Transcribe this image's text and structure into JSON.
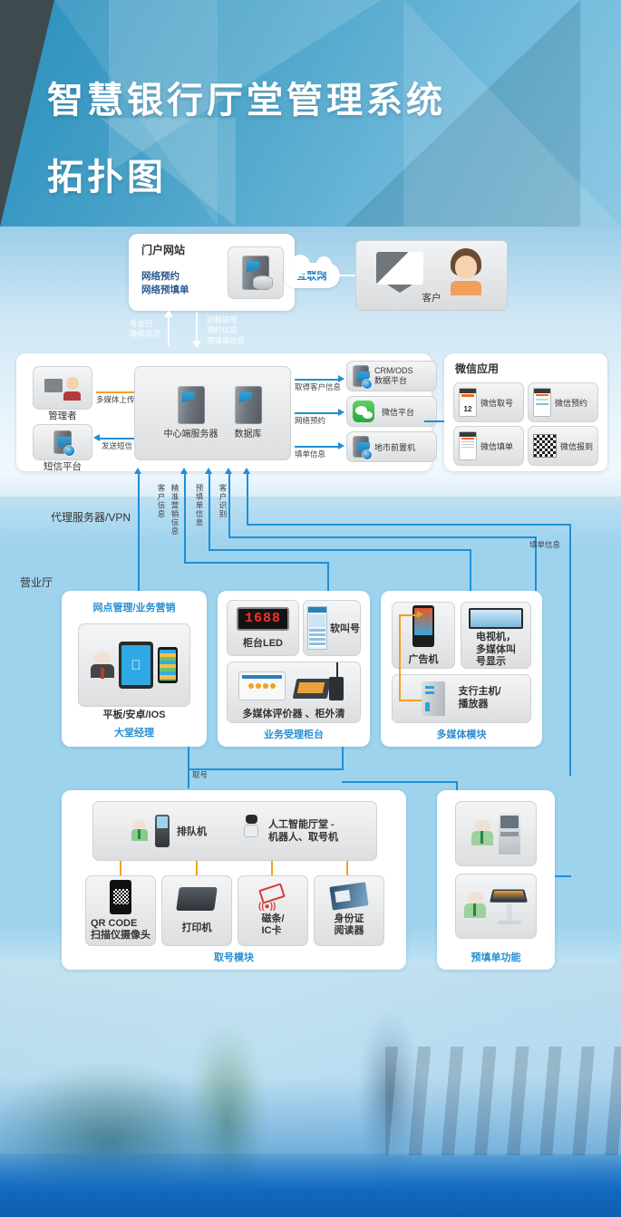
{
  "header": {
    "title_line1": "智慧银行厅堂管理系统",
    "title_line2": "拓扑图"
  },
  "colors": {
    "accent_blue": "#1f8fd6",
    "accent_orange": "#f0a21e",
    "panel_white": "#ffffff",
    "caption_blue": "#2a8fd0",
    "header_blue": "#4aa3c9",
    "hall_band": "#9ed3ee"
  },
  "portal": {
    "title": "门户网站",
    "subtitle_line1": "网络预约",
    "subtitle_line2": "网络预填单",
    "icon": "server-database-icon"
  },
  "internet_cloud": {
    "label": "互联网",
    "icon": "cloud-icon"
  },
  "customer": {
    "label": "客户",
    "icon": "monitor-user-icon"
  },
  "portal_flows": {
    "up_label": "各支行\n等候状况",
    "up_label_l1": "各支行",
    "up_label_l2": "等候状况",
    "down_label_l1": "远程取号",
    "down_label_l2": "预约信息",
    "down_label_l3": "预填单信息"
  },
  "center": {
    "admin": {
      "label": "管理者",
      "icon": "admin-desk-icon"
    },
    "sms": {
      "label": "短信平台",
      "icon": "server-icon"
    },
    "server": {
      "label": "中心端服务器",
      "icon": "server-tower-icon"
    },
    "database": {
      "label": "数据库",
      "icon": "server-tower-icon"
    },
    "flow_admin": "多媒体上传",
    "flow_sms": "发送短信",
    "out_flows": [
      {
        "label": "取得客户信息",
        "target": "CRM/ODS\n数据平台"
      },
      {
        "label": "网络预约",
        "target": "微信平台"
      },
      {
        "label": "填单信息",
        "target": "地市前置机"
      }
    ]
  },
  "platforms": [
    {
      "label_line1": "CRM/ODS",
      "label_line2": "数据平台",
      "icon": "server-globe-icon"
    },
    {
      "label_line1": "微信平台",
      "label_line2": "",
      "icon": "wechat-icon"
    },
    {
      "label_line1": "地市前置机",
      "label_line2": "",
      "icon": "server-globe-icon"
    }
  ],
  "wechat_app": {
    "title": "微信应用",
    "items": [
      {
        "label": "微信取号",
        "icon": "ticket-phone-icon",
        "badge": "12"
      },
      {
        "label": "微信预约",
        "icon": "booking-phone-icon"
      },
      {
        "label": "微信填单",
        "icon": "form-phone-icon"
      },
      {
        "label": "微信报到",
        "icon": "qr-code-icon"
      }
    ]
  },
  "vpn_label": "代理服务器/VPN",
  "vertical_flows": [
    "客户信息",
    "精准营销信息",
    "预填单信息",
    "客户识别"
  ],
  "right_flow_label": "填单信息",
  "hall": {
    "label": "营业厅"
  },
  "lobby_manager": {
    "title": "网点管理/业务营销",
    "device_label": "平板/安卓/IOS",
    "caption": "大堂经理",
    "icons": [
      "manager-avatar-icon",
      "tablet-icon",
      "smartphone-icon"
    ]
  },
  "counter": {
    "caption": "业务受理柜台",
    "items": [
      {
        "label": "柜台LED",
        "icon": "led-display-icon",
        "display_value": "1688"
      },
      {
        "label": "软叫号",
        "icon": "soft-caller-icon"
      },
      {
        "label": "多媒体评价器 、柜外清",
        "icon": "evaluator-icon"
      }
    ]
  },
  "multimedia": {
    "caption": "多媒体模块",
    "items": [
      {
        "label": "广告机",
        "icon": "digital-signage-icon"
      },
      {
        "label_line1": "电视机，",
        "label_line2": "多媒体叫",
        "label_line3": "号显示",
        "icon": "tv-icon"
      },
      {
        "label_line1": "支行主机/",
        "label_line2": "播放器",
        "icon": "server-player-icon"
      }
    ]
  },
  "ticket_flow_label": "取号",
  "ticket_module": {
    "caption": "取号模块",
    "top_items": [
      {
        "label": "排队机",
        "icon": "queue-machine-icon"
      },
      {
        "label_line1": "人工智能厅堂 -",
        "label_line2": "机器人、取号机",
        "icon": "robot-icon"
      }
    ],
    "items": [
      {
        "label_line1": "QR CODE",
        "label_line2": "扫描仪摄像头",
        "icon": "qr-scanner-icon"
      },
      {
        "label_line1": "打印机",
        "label_line2": "",
        "icon": "printer-icon"
      },
      {
        "label_line1": "磁条/",
        "label_line2": "IC卡",
        "icon": "card-reader-icon"
      },
      {
        "label_line1": "身份证",
        "label_line2": "阅读器",
        "icon": "id-reader-icon"
      }
    ]
  },
  "preform": {
    "caption": "预填单功能",
    "items": [
      {
        "icon": "kiosk-user-icon"
      },
      {
        "icon": "touch-table-user-icon"
      }
    ]
  }
}
